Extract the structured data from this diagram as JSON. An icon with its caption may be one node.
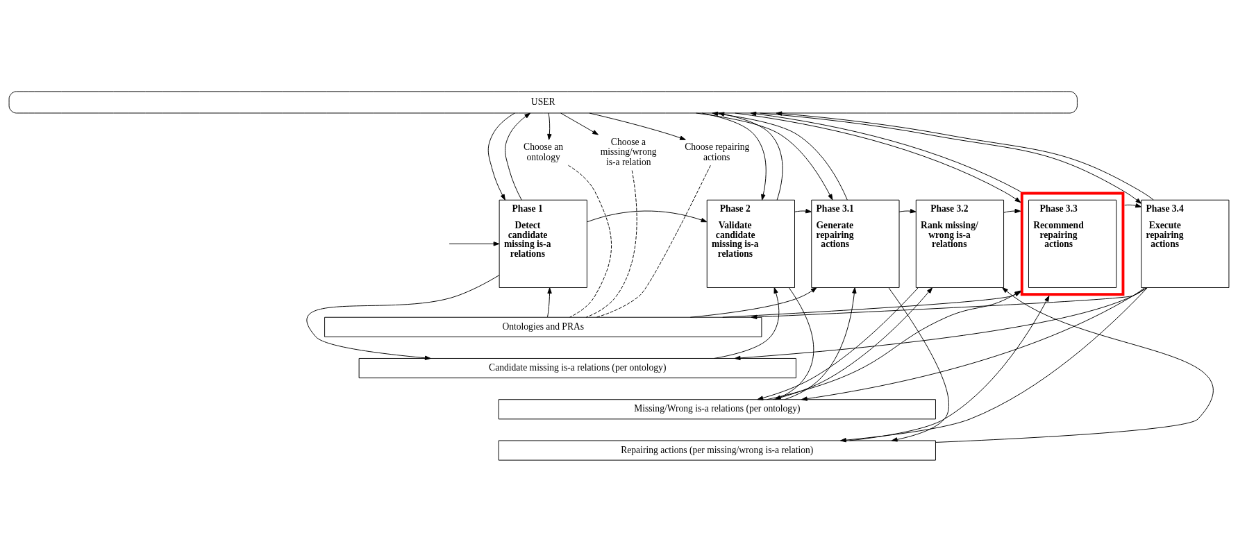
{
  "diagram": {
    "nodes": [
      {
        "text": [
          "USER"
        ]
      },
      {
        "text": [
          "Choose an ontology"
        ]
      },
      {
        "text": [
          "Choose a missing/wrong is-a relation"
        ]
      },
      {
        "text": [
          "Choose repairing actions"
        ]
      },
      {
        "text": [
          "Phase 1",
          "Detect candidate missing is-a relations"
        ]
      },
      {
        "text": [
          "Phase 2",
          "Validate candidate missing is-a relations"
        ]
      },
      {
        "text": [
          "Phase 3.1",
          "Generate repairing actions"
        ]
      },
      {
        "text": [
          "Phase 3.2",
          "Rank missing/ wrong is-a relations"
        ]
      },
      {
        "text": [
          "Phase 3.3",
          "Recommend repairing actions"
        ]
      },
      {
        "text": [
          "Phase 3.4",
          "Execute repairing actions"
        ]
      },
      {
        "text": [
          "Ontologies and PRAs"
        ]
      },
      {
        "text": [
          "Candidate missing is-a relations (per ontology)"
        ]
      },
      {
        "text": [
          "Missing/Wrong is-a relations (per ontology)"
        ]
      },
      {
        "text": [
          "Repairing actions (per missing/wrong is-a relation)"
        ]
      }
    ],
    "edges": [
      {
        "from": 0,
        "to": 1,
        "arrow": "to"
      },
      {
        "from": 0,
        "to": 2,
        "arrow": "to"
      },
      {
        "from": 0,
        "to": 3,
        "arrow": "to"
      },
      {
        "from": 0,
        "to": 4,
        "arrow": "to"
      },
      {
        "from": 4,
        "to": 0,
        "arrow": "to"
      },
      {
        "from": 0,
        "to": 5,
        "arrow": "to"
      },
      {
        "from": 5,
        "to": 0,
        "arrow": "to"
      },
      {
        "from": 0,
        "to": 6,
        "arrow": "to"
      },
      {
        "from": 6,
        "to": 0,
        "arrow": "to"
      },
      {
        "from": 0,
        "to": 8,
        "arrow": "to"
      },
      {
        "from": 8,
        "to": 0,
        "arrow": "to"
      },
      {
        "from": 0,
        "to": 9,
        "arrow": "to"
      },
      {
        "from": 9,
        "to": 0,
        "arrow": "to"
      },
      {
        "from": 1,
        "to": 10,
        "arrow": "none",
        "style": "dashed"
      },
      {
        "from": 2,
        "to": 10,
        "arrow": "none",
        "style": "dashed"
      },
      {
        "from": 3,
        "to": 10,
        "arrow": "none",
        "style": "dashed"
      },
      {
        "from": null,
        "to": 4,
        "arrow": "to"
      },
      {
        "from": 4,
        "to": 5,
        "arrow": "to"
      },
      {
        "from": 5,
        "to": 6,
        "arrow": "to"
      },
      {
        "from": 6,
        "to": 7,
        "arrow": "to"
      },
      {
        "from": 7,
        "to": 8,
        "arrow": "to"
      },
      {
        "from": 8,
        "to": 9,
        "arrow": "to"
      },
      {
        "from": 10,
        "to": 4,
        "arrow": "to"
      },
      {
        "from": 4,
        "to": 11,
        "arrow": "to"
      },
      {
        "from": 11,
        "to": 5,
        "arrow": "to"
      },
      {
        "from": 5,
        "to": 12,
        "arrow": "to"
      },
      {
        "from": 10,
        "to": 6,
        "arrow": "to"
      },
      {
        "from": 12,
        "to": 6,
        "arrow": "to"
      },
      {
        "from": 6,
        "to": 13,
        "arrow": "to"
      },
      {
        "from": 12,
        "to": 7,
        "arrow": "to"
      },
      {
        "from": 13,
        "to": 7,
        "arrow": "to"
      },
      {
        "from": 7,
        "to": 12,
        "arrow": "to"
      },
      {
        "from": 10,
        "to": 8,
        "arrow": "to"
      },
      {
        "from": 12,
        "to": 8,
        "arrow": "to"
      },
      {
        "from": 13,
        "to": 8,
        "arrow": "to"
      },
      {
        "from": 9,
        "to": 10,
        "arrow": "to"
      },
      {
        "from": 9,
        "to": 11,
        "arrow": "to"
      },
      {
        "from": 9,
        "to": 12,
        "arrow": "to"
      },
      {
        "from": 9,
        "to": 13,
        "arrow": "to"
      }
    ]
  }
}
